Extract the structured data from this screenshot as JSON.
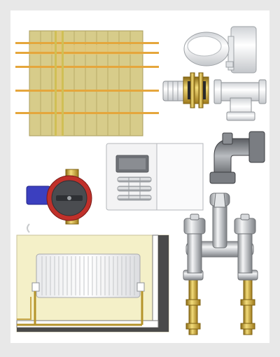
{
  "page": {
    "background": "#e8e8e8",
    "panel_background": "#ffffff"
  },
  "items": [
    {
      "id": "timber-frame",
      "icon": "timber-frame-icon"
    },
    {
      "id": "toilet",
      "icon": "toilet-icon"
    },
    {
      "id": "brass-tank-connector",
      "icon": "brass-fitting-icon"
    },
    {
      "id": "white-tee-fitting",
      "icon": "tee-fitting-icon"
    },
    {
      "id": "grey-elbow",
      "icon": "elbow-pipe-icon"
    },
    {
      "id": "thermostat",
      "icon": "thermostat-icon"
    },
    {
      "id": "circulating-pump",
      "icon": "pump-icon"
    },
    {
      "id": "radiator-wall",
      "icon": "radiator-icon"
    },
    {
      "id": "mixer-tap",
      "icon": "mixer-tap-icon"
    }
  ],
  "colors": {
    "wood": "#d7cc8a",
    "wood_dark": "#b9ac68",
    "batten": "#e5a63c",
    "brass": "#d8b43a",
    "chrome": "#c9ccd0",
    "pump_red": "#c0302a",
    "pump_blue": "#3b3fbf",
    "wall": "#f4f0c8"
  }
}
